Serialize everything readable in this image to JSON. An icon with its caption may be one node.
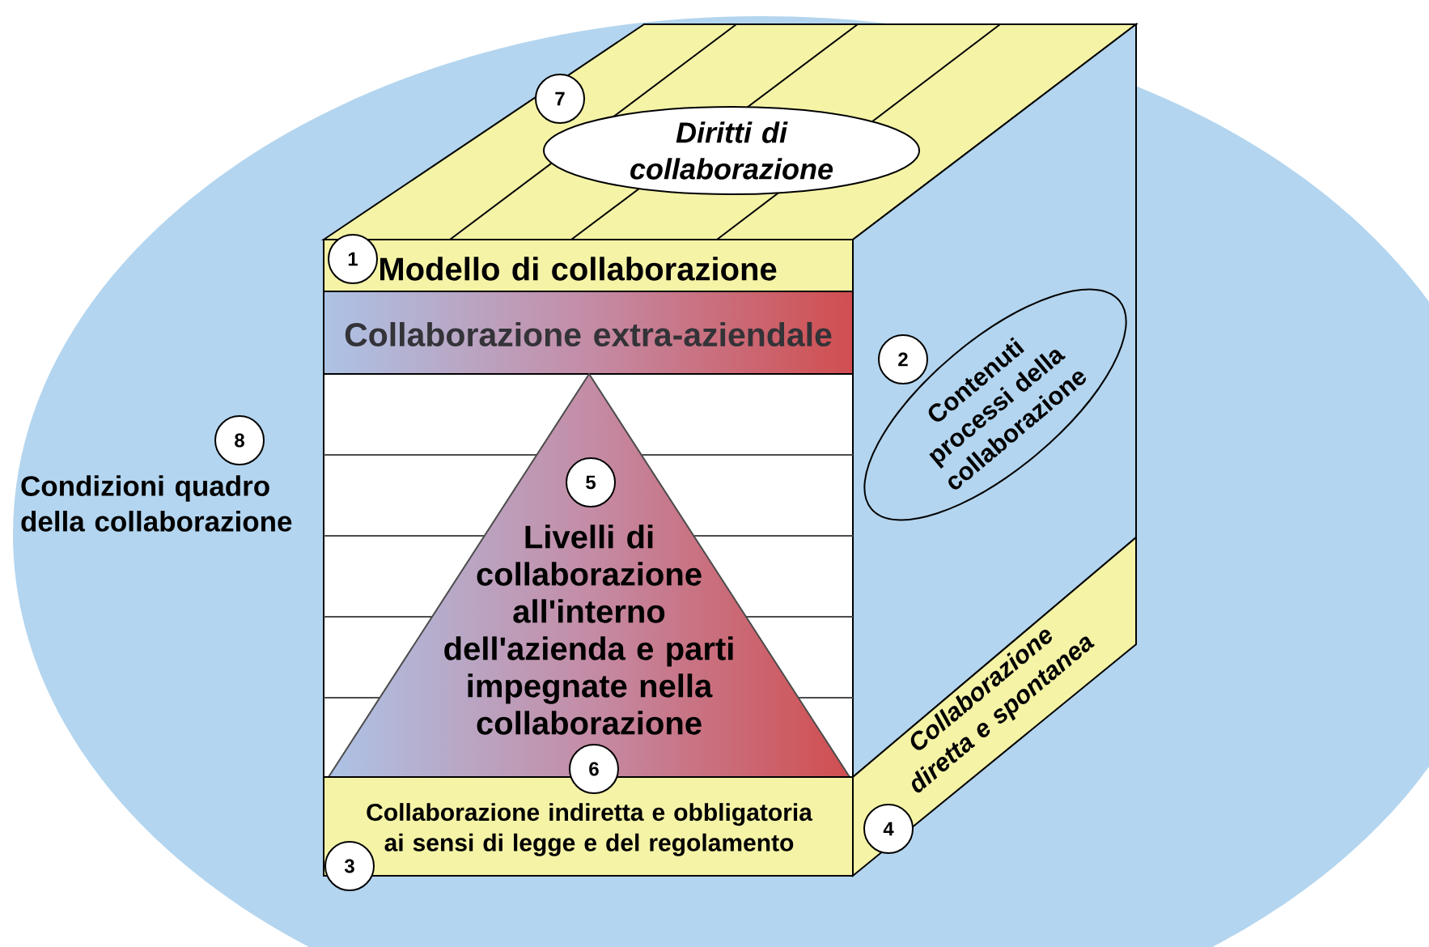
{
  "diagram": {
    "nodes": [
      {
        "text": [
          "Condizioni quadro della collaborazione"
        ]
      },
      {
        "text": [
          "8"
        ],
        "in": 0
      },
      {
        "text": [
          "Diritti di collaborazione"
        ],
        "in": 0
      },
      {
        "text": [
          "7"
        ],
        "in": 0
      },
      {
        "text": [
          "Modello di collaborazione"
        ],
        "in": 0
      },
      {
        "text": [
          "1"
        ],
        "in": 0
      },
      {
        "text": [
          "Collaborazione extra-aziendale"
        ],
        "in": 0
      },
      {
        "text": [
          "Contenuti processi della collaborazione"
        ],
        "in": 0
      },
      {
        "text": [
          "2"
        ],
        "in": 0
      },
      {
        "text": [
          "Livelli di collaborazione all'interno dell'azienda e parti impegnate nella collaborazione"
        ],
        "in": 0
      },
      {
        "text": [
          "5"
        ],
        "in": 9
      },
      {
        "text": [
          "6"
        ],
        "in": 0
      },
      {
        "text": [
          "Collaborazione diretta e spontanea"
        ],
        "in": 0
      },
      {
        "text": [
          "Collaborazione indiretta e obbligatoria ai sensi di legge e del regolamento"
        ],
        "in": 0
      },
      {
        "text": [
          "3"
        ],
        "in": 0
      },
      {
        "text": [
          "4"
        ],
        "in": 12
      }
    ],
    "edges": []
  }
}
